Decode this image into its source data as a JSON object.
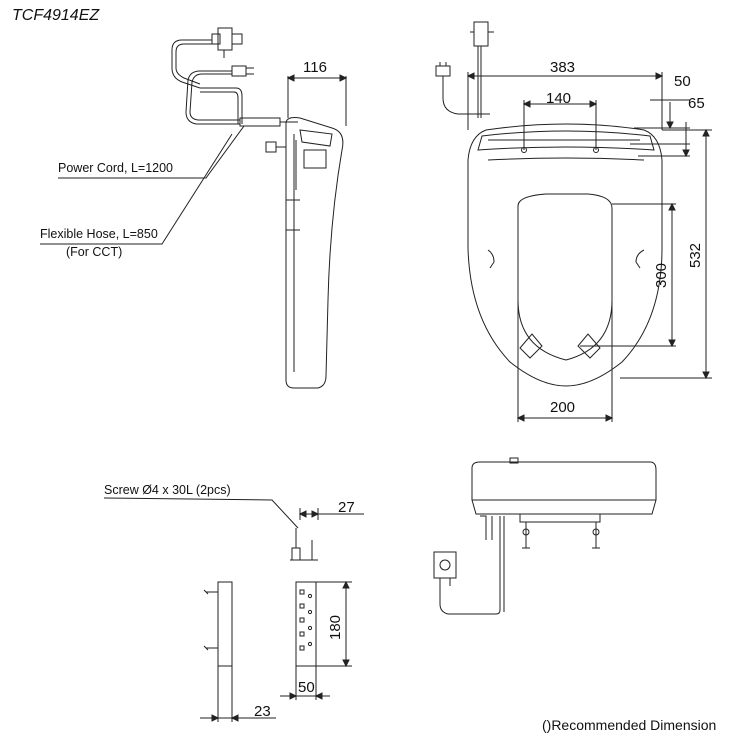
{
  "title": "TCF4914EZ",
  "side_view": {
    "width_dim": "116",
    "power_cord_label": "Power Cord, L=1200",
    "flexible_hose_label": "Flexible Hose, L=850",
    "flexible_hose_note": "(For CCT)"
  },
  "top_view": {
    "overall_width": "383",
    "mount_spacing": "140",
    "dim_50": "50",
    "dim_65": "65",
    "overall_length": "532",
    "opening_length": "300",
    "opening_width": "200"
  },
  "bracket_detail": {
    "screw_label": "Screw Ø4 x 30L (2pcs)",
    "screw_dim": "27",
    "plate_height": "180",
    "plate_width": "50",
    "plate_thickness": "23"
  },
  "footnote": "()Recommended Dimension"
}
